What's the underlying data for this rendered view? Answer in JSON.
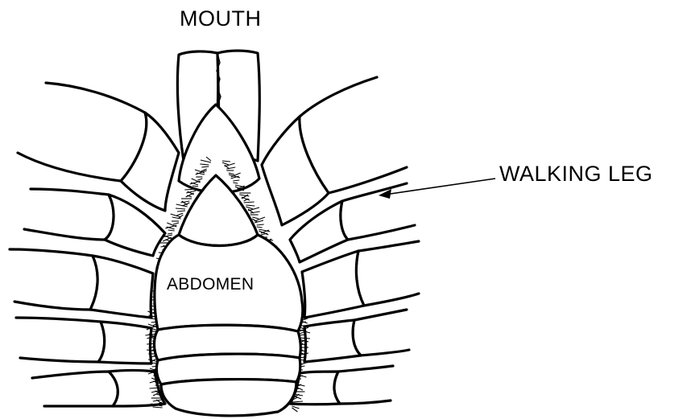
{
  "labels": {
    "mouth": "MOUTH",
    "walking_leg": "WALKING LEG",
    "abdomen": "ABDOMEN"
  },
  "colors": {
    "ink": "#000000",
    "paper": "#ffffff"
  }
}
